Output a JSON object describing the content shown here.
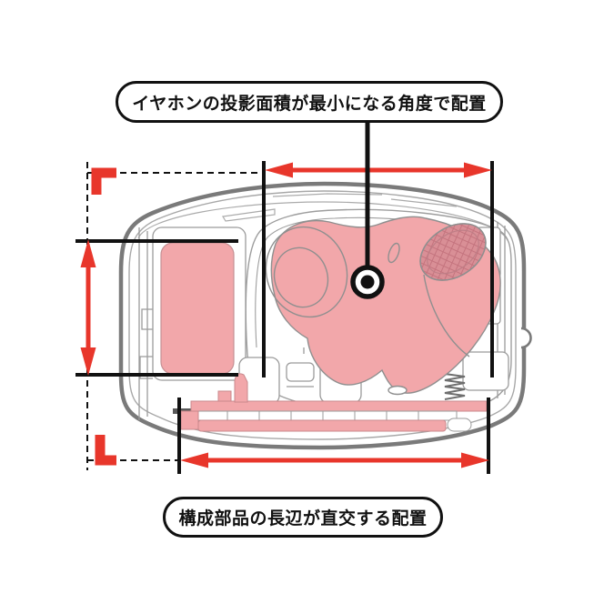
{
  "callouts": {
    "top": {
      "label": "イヤホンの投影面積が最小になる角度で配置"
    },
    "bottom": {
      "label": "構成部品の長辺が直交する配置"
    }
  },
  "colors": {
    "highlight_pink": "#F2A7AA",
    "highlight_pink_dark": "#D98F96",
    "accent_red": "#E8362B",
    "ink": "#111111",
    "case_gray": "#7A7A7A",
    "detail_gray": "#9B9B9B"
  },
  "diagram": {
    "highlighted_parts": [
      "earphone",
      "battery",
      "circuit-board"
    ],
    "dimension_arrows": [
      "top-width",
      "left-height",
      "bottom-width"
    ],
    "marker": "earphone-pivot-target"
  }
}
